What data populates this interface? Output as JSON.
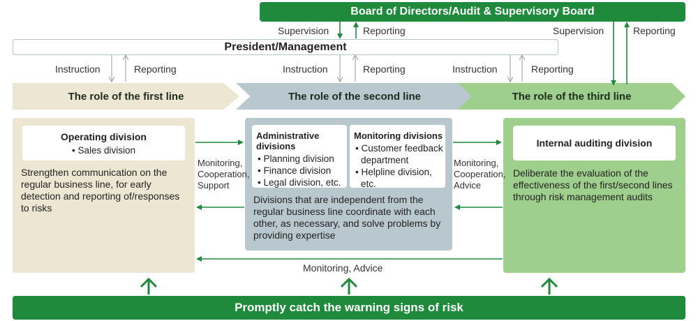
{
  "board": {
    "title": "Board of Directors/Audit & Supervisory Board"
  },
  "president": {
    "title": "President/Management"
  },
  "labels": {
    "supervision_left": "Supervision",
    "reporting_left": "Reporting",
    "supervision_right": "Supervision",
    "reporting_right": "Reporting",
    "instruction_1": "Instruction",
    "reporting_1": "Reporting",
    "instruction_2": "Instruction",
    "reporting_2": "Reporting",
    "instruction_3": "Instruction",
    "reporting_3": "Reporting"
  },
  "lines": {
    "first": "The role of the first line",
    "second": "The role of the second line",
    "third": "The role of the third line"
  },
  "first_line": {
    "card_title": "Operating division",
    "card_items": [
      "• Sales division"
    ],
    "description": "Strengthen communication on the regular business line, for early detection and reporting of/responses to risks"
  },
  "second_line": {
    "admin_title": "Administrative divisions",
    "admin_items": [
      "• Planning division",
      "• Finance division",
      "• Legal division, etc."
    ],
    "monitor_title": "Monitoring divisions",
    "monitor_items": [
      "• Customer feedback",
      "department",
      "• Helpline division,",
      "etc."
    ],
    "description": "Divisions that are independent from the regular business line coordinate with each other, as necessary, and solve problems by providing expertise"
  },
  "third_line": {
    "card_title": "Internal auditing division",
    "description": "Deliberate the evaluation of the effectiveness of the first/second lines through risk management audits"
  },
  "connectors": {
    "left_text": [
      "Monitoring,",
      "Cooperation,",
      "Support"
    ],
    "right_text": [
      "Monitoring,",
      "Cooperation,",
      "Advice"
    ],
    "bottom_text": "Monitoring, Advice"
  },
  "footer": {
    "title": "Promptly catch the warning signs of risk"
  },
  "colors": {
    "dark_green": "#1f8a3b",
    "first_line": "#ede6d2",
    "second_line": "#b9c8cf",
    "third_line": "#9fcf8c",
    "thin_arrow": "#9a9a9a"
  }
}
